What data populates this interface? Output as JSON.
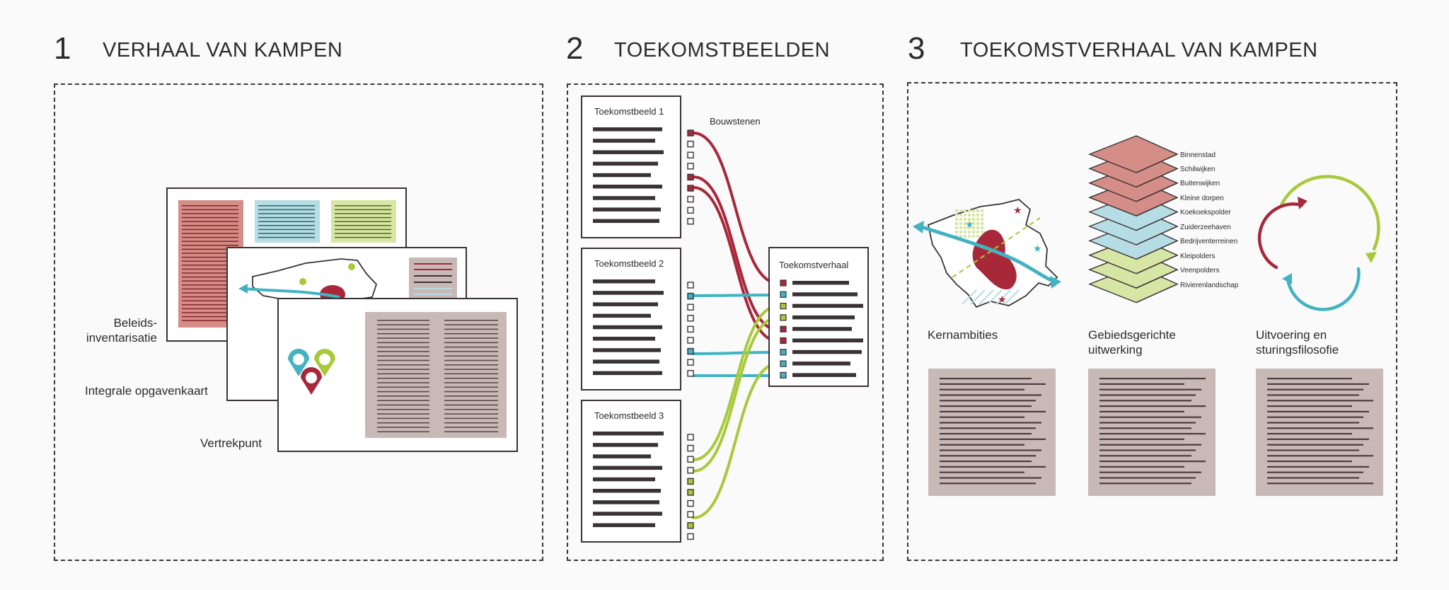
{
  "panels": [
    {
      "number": "1",
      "title": "VERHAAL VAN KAMPEN"
    },
    {
      "number": "2",
      "title": "TOEKOMSTBEELDEN"
    },
    {
      "number": "3",
      "title": "TOEKOMSTVERHAAL VAN KAMPEN"
    }
  ],
  "panel1": {
    "labels": {
      "beleids_line1": "Beleids-",
      "beleids_line2": "inventarisatie",
      "opgavenkaart": "Integrale opgavenkaart",
      "vertrekpunt": "Vertrekpunt"
    }
  },
  "panel2": {
    "cards": [
      "Toekomstbeeld 1",
      "Toekomstbeeld 2",
      "Toekomstbeeld 3"
    ],
    "bouwstenen": "Bouwstenen",
    "result": "Toekomstverhaal"
  },
  "panel3": {
    "layers": [
      "Binnenstad",
      "Schilwijken",
      "Buitenwijken",
      "Kleine dorpen",
      "Koekoekspolder",
      "Zuiderzeehaven",
      "Bedrijventerreinen",
      "Kleipolders",
      "Veenpolders",
      "Rivierenlandschap"
    ],
    "columns": [
      {
        "line1": "Kernambities",
        "line2": ""
      },
      {
        "line1": "Gebiedsgerichte",
        "line2": "uitwerking"
      },
      {
        "line1": "Uitvoering en",
        "line2": "sturingsfilosofie"
      }
    ]
  },
  "colors": {
    "red": "#a8283a",
    "blue": "#41b3c2",
    "green": "#a8c93a",
    "pink": "#d48d87",
    "lightblue": "#b6dde3",
    "lightgreen": "#d7e5a5",
    "taupe": "#c8b9b7",
    "dark": "#3a3335"
  }
}
